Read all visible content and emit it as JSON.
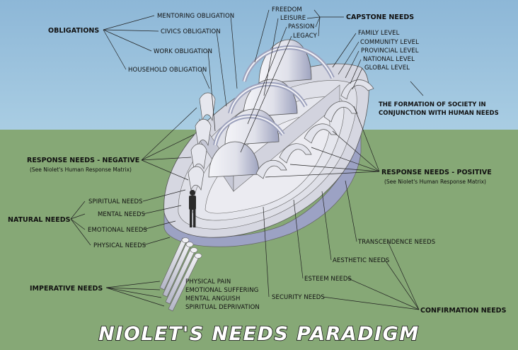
{
  "title": "NIOLET'S NEEDS PARADIGM",
  "groups": {
    "obligations": "OBLIGATIONS",
    "capstone": "CAPSTONE NEEDS",
    "response_negative": "RESPONSE NEEDS - NEGATIVE",
    "response_negative_note": "(See Niolet's Human Response Matrix)",
    "response_positive": "RESPONSE NEEDS - POSITIVE",
    "response_positive_note": "(See Niolet's Human Response Matrix)",
    "natural": "NATURAL NEEDS",
    "imperative": "IMPERATIVE NEEDS",
    "confirmation": "CONFIRMATION NEEDS"
  },
  "obligation_items": [
    "MENTORING OBLIGATION",
    "CIVICS OBLIGATION",
    "WORK OBLIGATION",
    "HOUSEHOLD OBLIGATION"
  ],
  "capstone_items": [
    "FREEDOM",
    "LEISURE",
    "PASSION",
    "LEGACY"
  ],
  "levels": [
    "FAMILY LEVEL",
    "COMMUNITY LEVEL",
    "PROVINCIAL LEVEL",
    "NATIONAL LEVEL",
    "GLOBAL LEVEL"
  ],
  "society_caption": [
    "THE FORMATION OF SOCIETY IN",
    "CONJUNCTION WITH HUMAN NEEDS"
  ],
  "natural_items": [
    "SPIRITUAL NEEDS",
    "MENTAL NEEDS",
    "EMOTIONAL NEEDS",
    "PHYSICAL NEEDS"
  ],
  "imperative_items": [
    "PHYSICAL PAIN",
    "EMOTIONAL SUFFERING",
    "MENTAL ANGUISH",
    "SPIRITUAL DEPRIVATION"
  ],
  "confirmation_items": [
    "TRANSCENDENCE NEEDS",
    "AESTHETIC NEEDS",
    "ESTEEM NEEDS",
    "SECURITY NEEDS"
  ],
  "colors": {
    "sky": "#9cc3de",
    "ground": "#86a876",
    "structure": "#dcdde6",
    "structure_shadow": "#a9aec9"
  }
}
